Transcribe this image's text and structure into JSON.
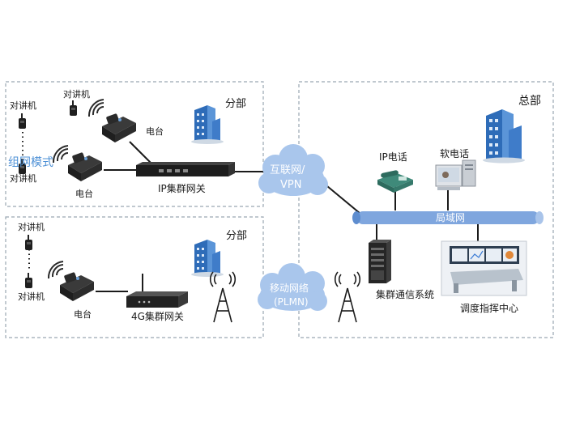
{
  "branch_top": {
    "title": "分部",
    "radio_1": "对讲机",
    "radio_2": "对讲机",
    "radio_3": "对讲机",
    "station_1": "电台",
    "station_2": "电台",
    "mode_label": "组网模式",
    "gateway": "IP集群网关"
  },
  "branch_bottom": {
    "title": "分部",
    "radio_1": "对讲机",
    "radio_2": "对讲机",
    "station": "电台",
    "gateway": "4G集群网关"
  },
  "hq": {
    "title": "总部",
    "ip_phone": "IP电话",
    "soft_phone": "软电话",
    "lan": "局域网",
    "trunk_system": "集群通信系统",
    "dispatch_center": "调度指挥中心"
  },
  "clouds": {
    "internet": "互联网/",
    "internet_line2": "VPN",
    "mobile": "移动网络",
    "mobile_line2": "(PLMN)"
  },
  "colors": {
    "dashed_border": "#9aa6b2",
    "cloud_fill": "#a9c6ec",
    "cloud_text": "#ffffff",
    "lan_bar": "#7fa6de",
    "building": "#3f7cc9",
    "mode_text": "#4d90d6"
  }
}
